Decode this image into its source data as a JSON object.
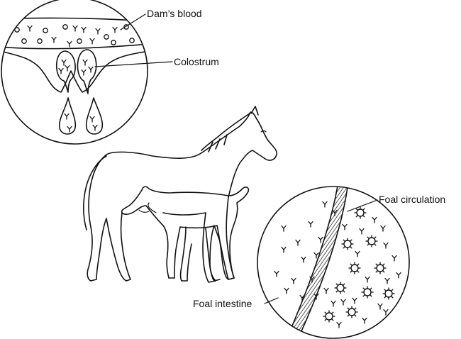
{
  "labels": {
    "dams_blood": "Dam’s blood",
    "colostrum": "Colostrum",
    "foal_circulation": "Foal circulation",
    "foal_intestine": "Foal intestine"
  },
  "colors": {
    "ink": "#111111",
    "background": "#ffffff"
  }
}
